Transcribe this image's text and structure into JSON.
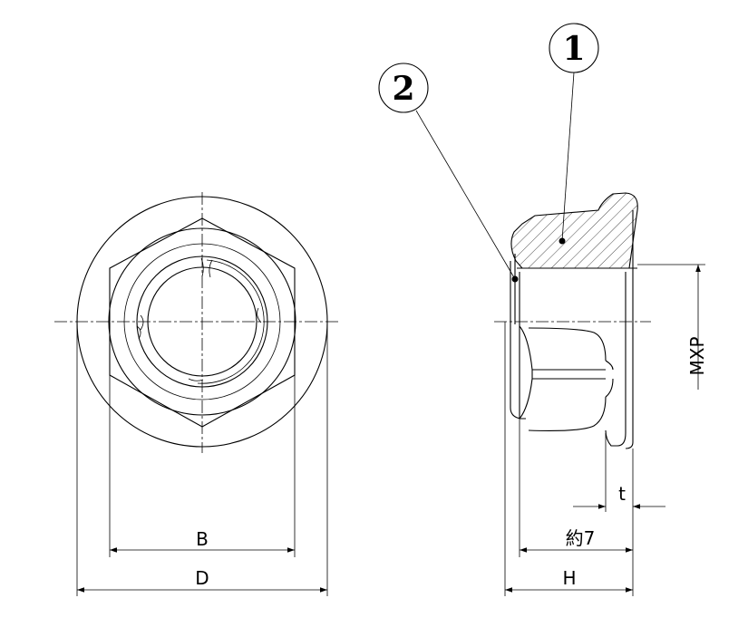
{
  "balloons": {
    "part1": "1",
    "part2": "2"
  },
  "dimensions": {
    "B": "B",
    "D": "D",
    "H": "H",
    "approx": "約7",
    "t": "t",
    "thread": "MXP"
  }
}
